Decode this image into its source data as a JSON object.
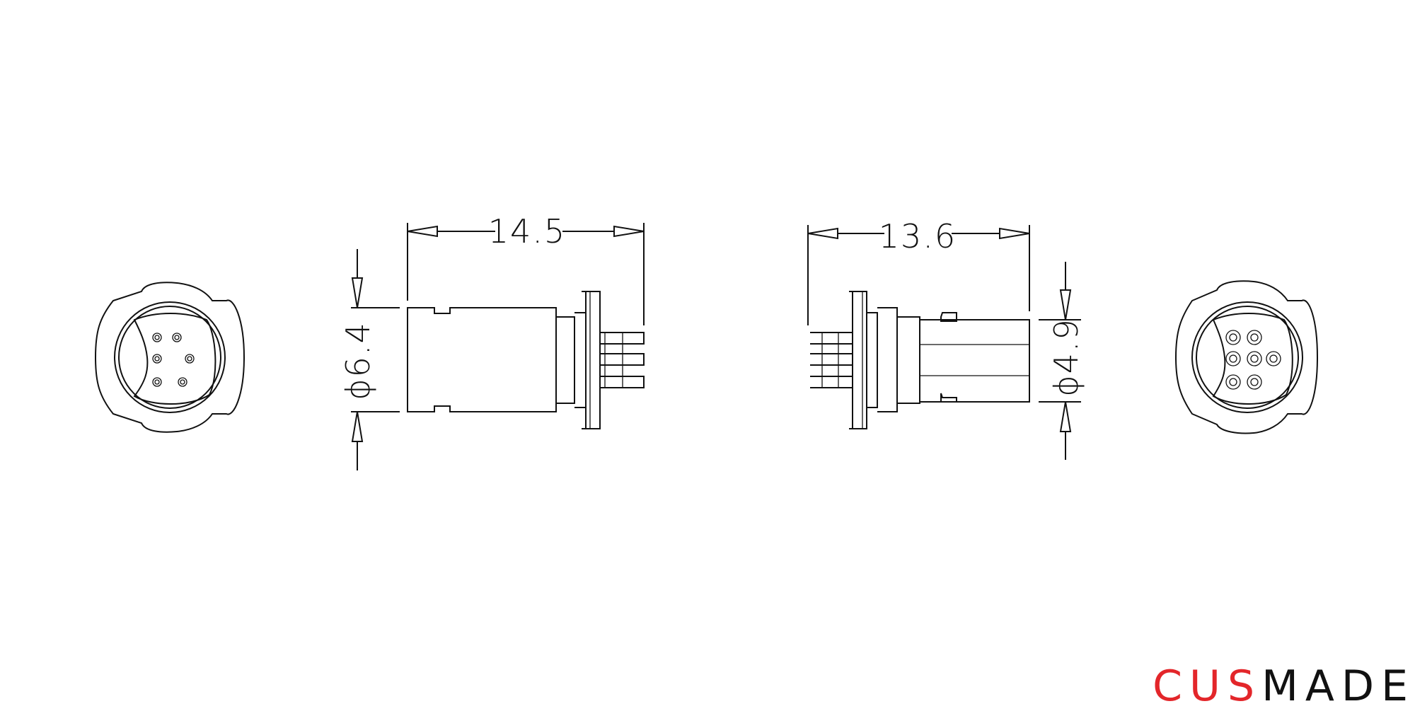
{
  "dimensions": {
    "female_length": "14.5",
    "female_diameter": "ϕ6.4",
    "male_length": "13.6",
    "male_diameter": "ϕ4.9"
  },
  "brand": {
    "red_part": "CUS",
    "black_part": "MADE",
    "colors": {
      "red": "#e3262a",
      "black": "#111111"
    }
  }
}
